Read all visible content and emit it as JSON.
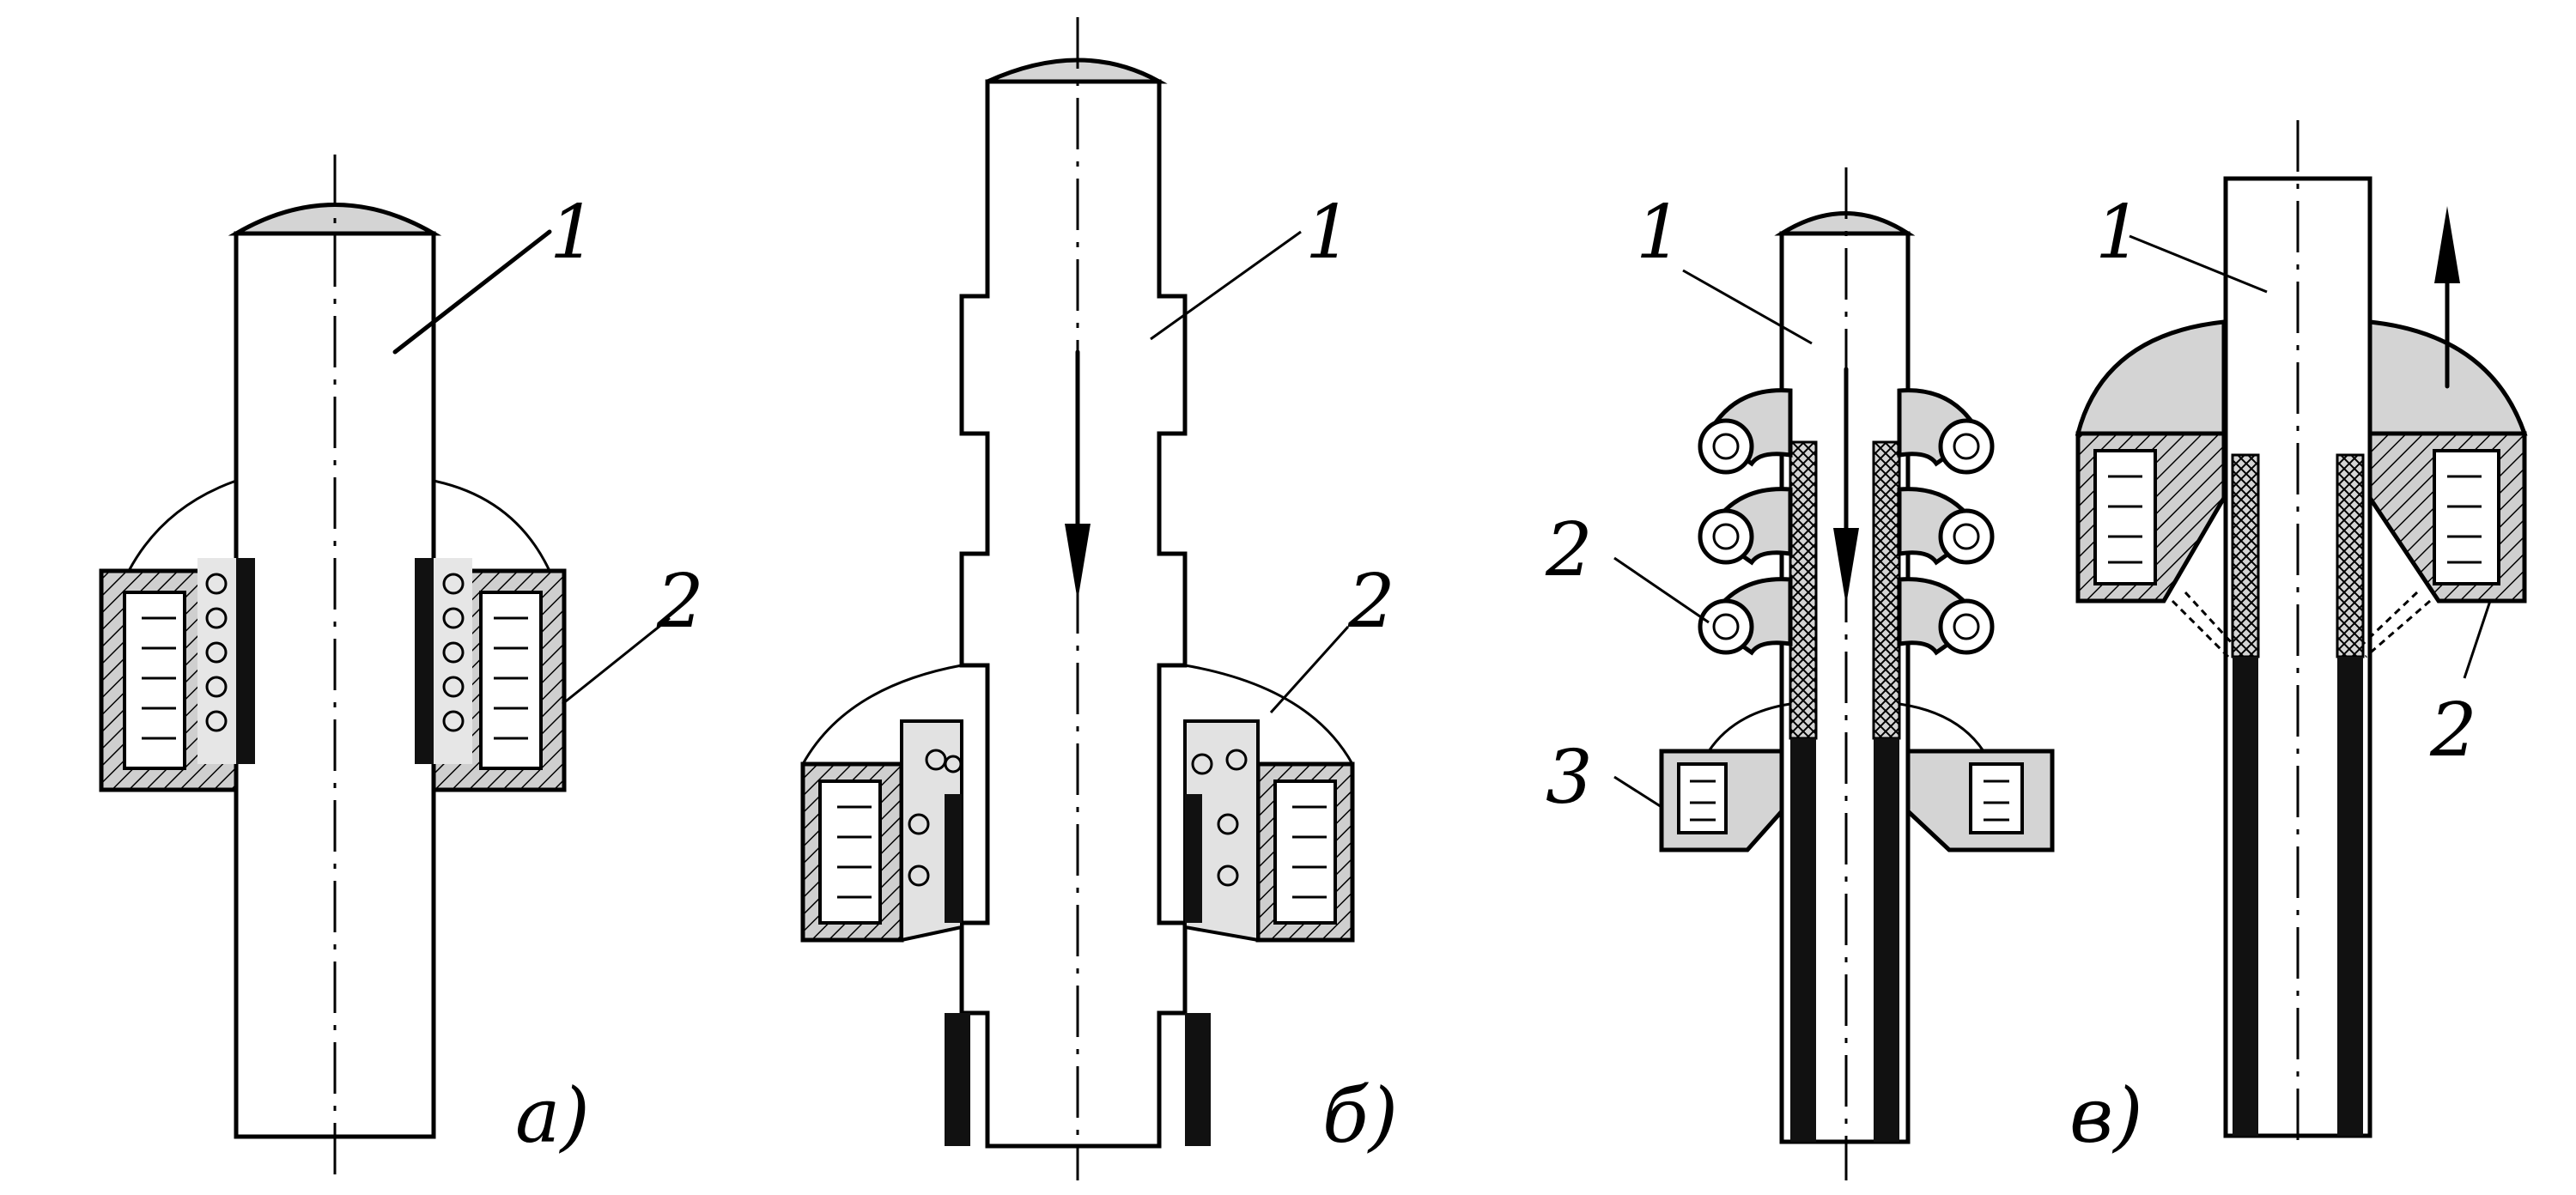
{
  "figures": [
    {
      "caption": "а)",
      "labels": [
        "1",
        "2"
      ]
    },
    {
      "caption": "б)",
      "labels": [
        "1",
        "2"
      ]
    },
    {
      "caption": "в)",
      "labels": [
        "1",
        "2",
        "3",
        "1",
        "2"
      ]
    }
  ],
  "colors": {
    "ink": "#000000",
    "fill": "#d4d4d4",
    "paper": "#ffffff"
  }
}
